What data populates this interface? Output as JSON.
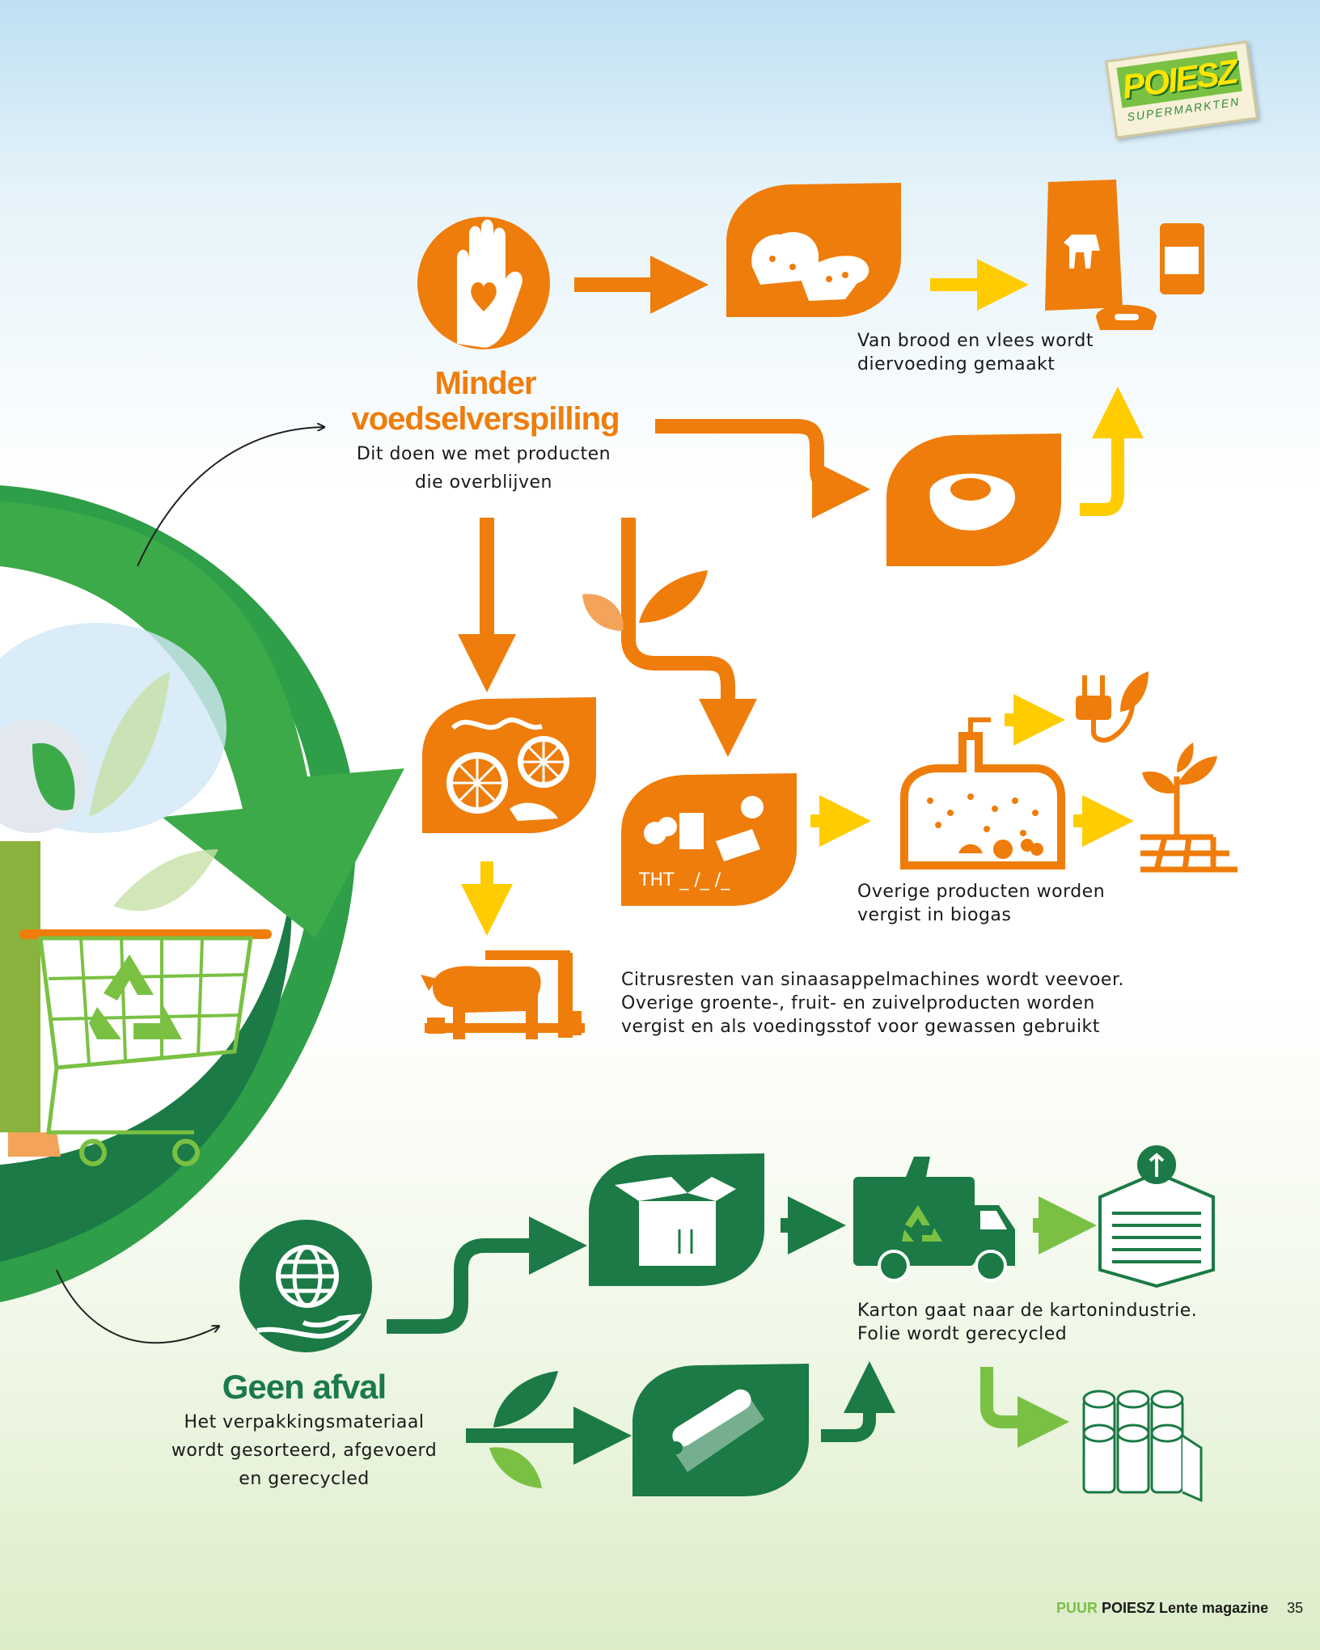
{
  "brand": {
    "logo_name": "POIESZ",
    "logo_sub": "SUPERMARKTEN"
  },
  "food_waste": {
    "title_line1": "Minder",
    "title_line2": "voedselverspilling",
    "subtitle_line1": "Dit doen we met producten",
    "subtitle_line2": "die overblijven",
    "animal_feed_line1": "Van brood en vlees wordt",
    "animal_feed_line2": "diervoeding gemaakt",
    "biogas_line1": "Overige producten worden",
    "biogas_line2": "vergist in biogas",
    "citrus_line1": "Citrusresten van sinaasappelmachines wordt veevoer.",
    "citrus_line2": "Overige groente-, fruit- en zuivelproducten worden",
    "citrus_line3": "vergist en als voedingsstof voor gewassen gebruikt",
    "tht_label": "THT _ /_ /_"
  },
  "no_waste": {
    "title": "Geen afval",
    "subtitle_line1": "Het verpakkingsmateriaal",
    "subtitle_line2": "wordt gesorteerd, afgevoerd",
    "subtitle_line3": "en gerecycled",
    "carton_line1": "Karton gaat naar de kartonindustrie.",
    "carton_line2": "Folie wordt gerecycled"
  },
  "footer": {
    "puur": "PUUR",
    "magazine": "POIESZ Lente magazine",
    "page": "35"
  },
  "colors": {
    "orange": "#ef7d0b",
    "yellow": "#ffcc00",
    "dark_green": "#1b7a45",
    "light_green": "#7ac143"
  }
}
